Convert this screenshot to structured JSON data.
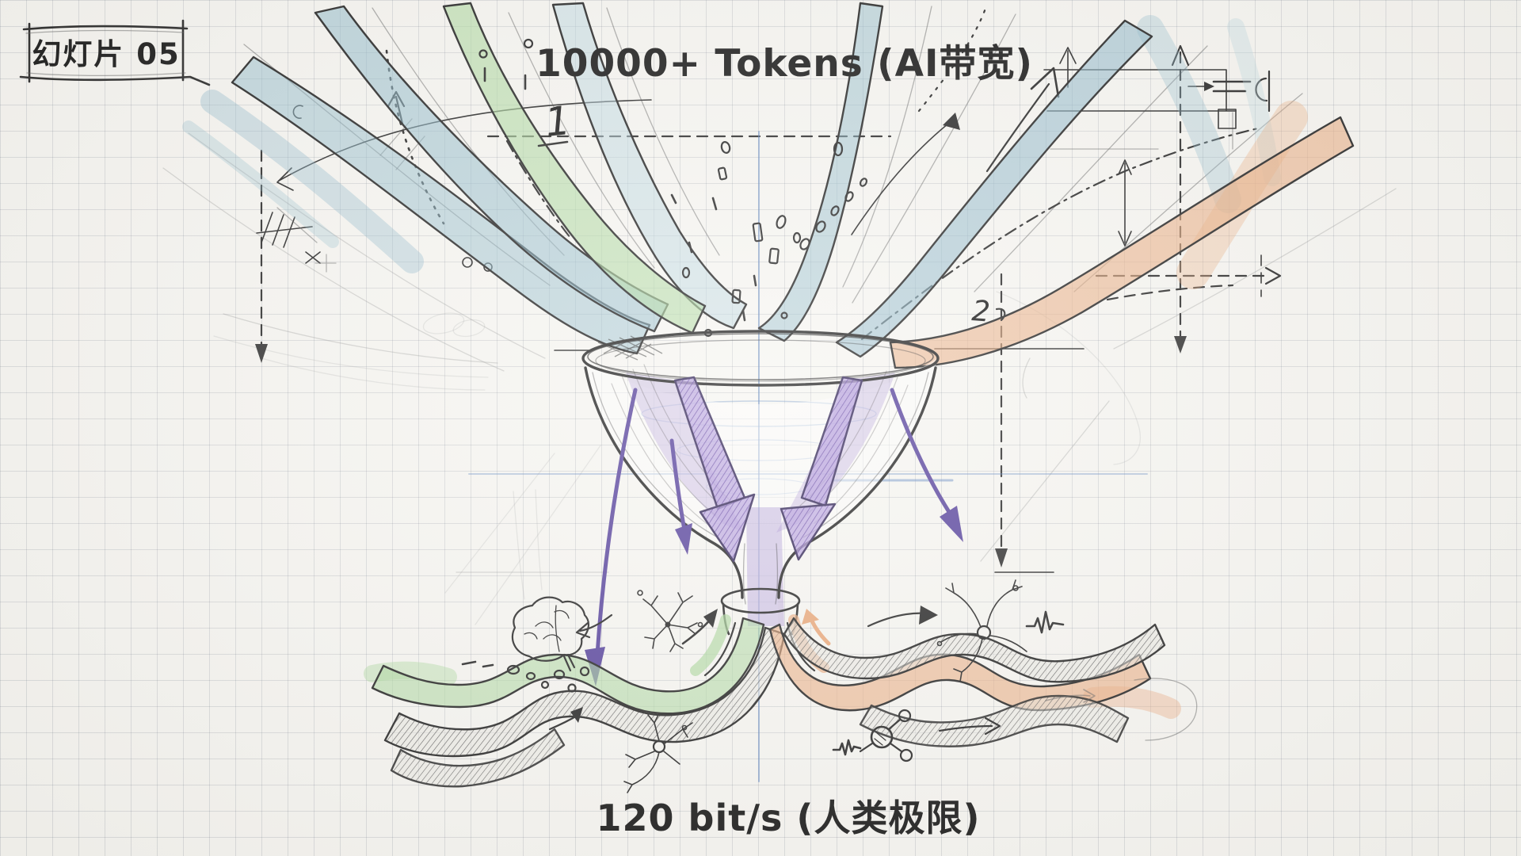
{
  "slide": {
    "label": "幻灯片 05"
  },
  "captions": {
    "top": "10000+ Tokens (AI带宽)",
    "bottom": "120 bit/s (人类极限)"
  },
  "annotations": {
    "marker_1": "1",
    "marker_2": "2"
  },
  "colors": {
    "paper": "#f7f6f2",
    "pencil": "#2b2b2b",
    "ink": "#1b1b1b",
    "stream_blue": "#8fb9ca",
    "stream_blue_light": "#b9d6e0",
    "stream_green": "#aed9a0",
    "stream_orange": "#eaab7f",
    "arrow_purple": "#9c81cc",
    "arrow_purple_dark": "#5d49a0",
    "guide_blue": "#5b84bf"
  },
  "sketch_icons": [
    "funnel-icon",
    "brain-icon",
    "neuron-icon",
    "molecule-icon",
    "ekg-spike-icon",
    "capacitor-icon",
    "token-bit-icon"
  ]
}
